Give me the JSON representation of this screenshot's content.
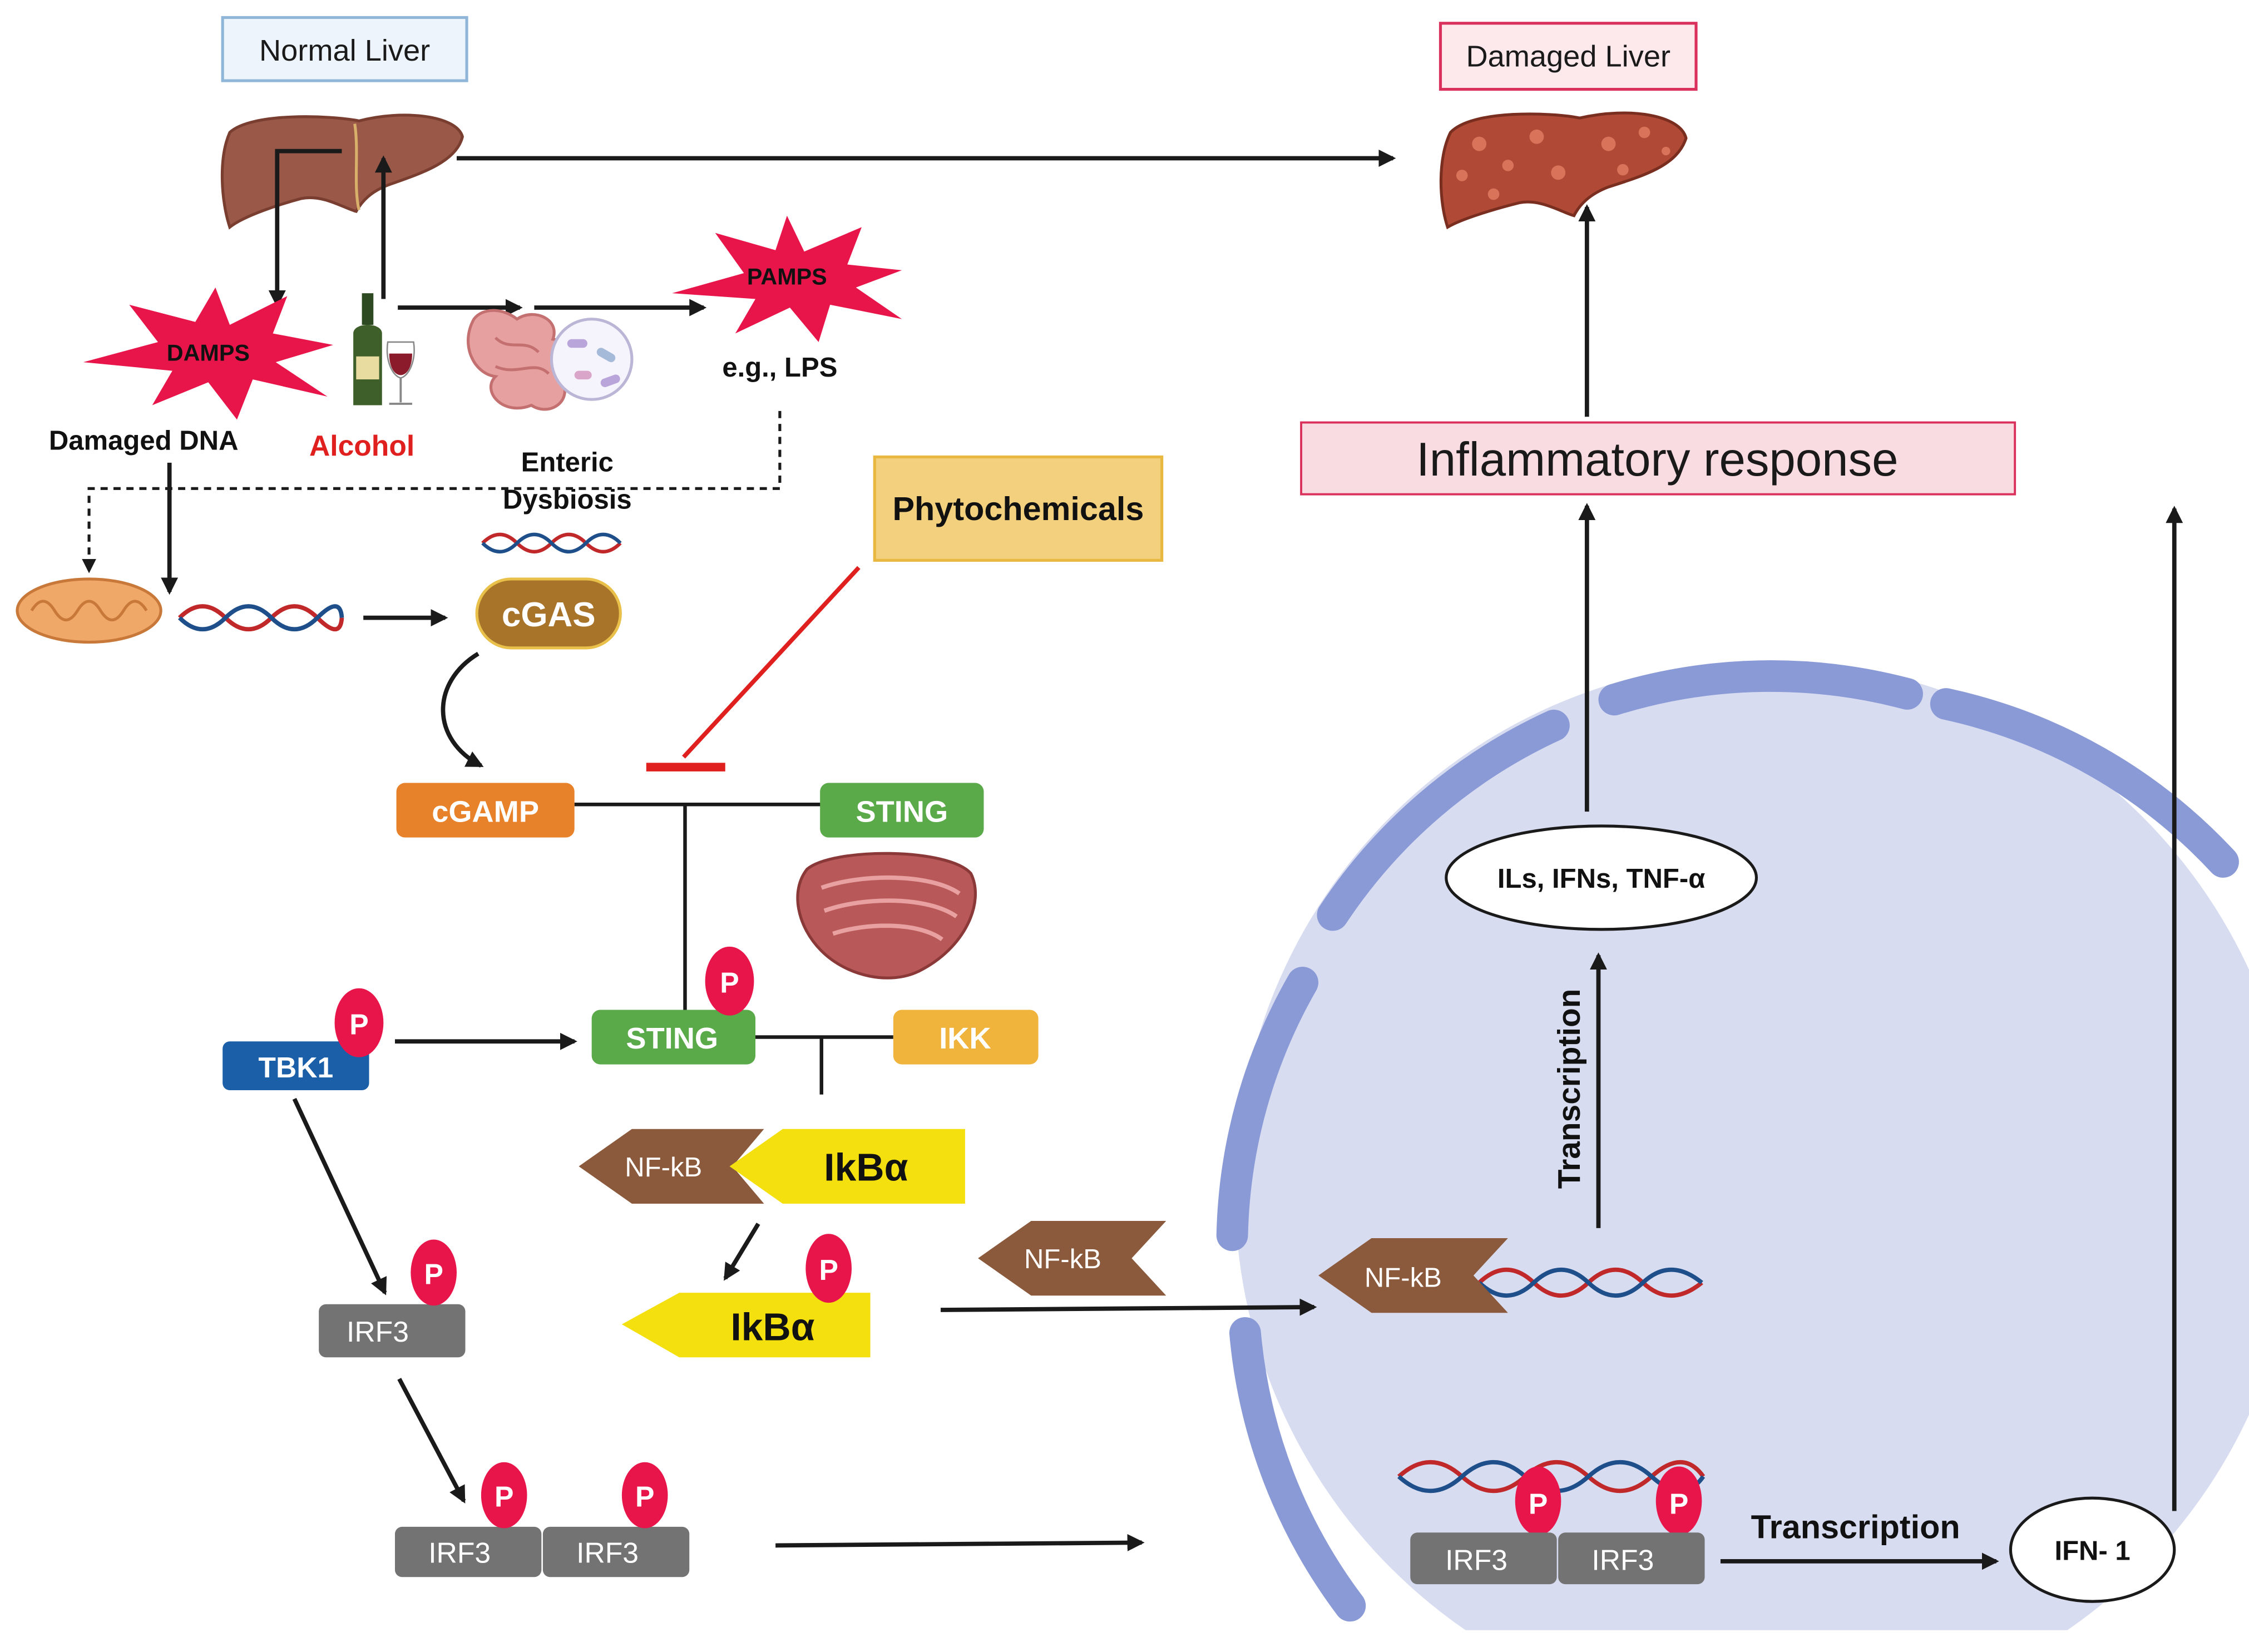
{
  "labels": {
    "normal_liver": "Normal Liver",
    "damaged_liver": "Damaged Liver",
    "damps": "DAMPS",
    "pamps": "PAMPS",
    "damaged_dna": "Damaged DNA",
    "alcohol": "Alcohol",
    "lps": "e.g., LPS",
    "enteric": "Enteric",
    "dysbiosis": "Dysbiosis",
    "phytochemicals": "Phytochemicals",
    "cgas": "cGAS",
    "cgamp": "cGAMP",
    "sting": "STING",
    "sting_p": "STING",
    "ikk": "IKK",
    "tbk1": "TBK1",
    "p": "P",
    "nfkb": "NF-kB",
    "nfkb_free": "NF-kB",
    "nfkb_nucleus": "NF-kB",
    "ikba": "IkBα",
    "ikba_p": "IkBα",
    "irf3": "IRF3",
    "irf3_dimer_a": "IRF3",
    "irf3_dimer_b": "IRF3",
    "irf3_nuc_a": "IRF3",
    "irf3_nuc_b": "IRF3",
    "inflammatory": "Inflammatory response",
    "cytokines": "ILs, IFNs, TNF-α",
    "transcription_vertical": "Transcription",
    "transcription_horizontal": "Transcription",
    "ifn1": "IFN- 1"
  },
  "colors": {
    "arrow": "#1a1a1a",
    "inhibit": "#e0201f",
    "nucleus_fill": "#d8dcf0",
    "nucleus_envelope": "#8a9ad6",
    "sting": "#5aaa4a",
    "cgamp": "#e8822a",
    "ikk": "#f0b43c",
    "tbk1": "#1a5fa8",
    "irf3": "#737373",
    "nfkb": "#8b5a3c",
    "ikba": "#f4e00e",
    "phospho": "#e8154a",
    "cgas": "#a8742a",
    "pamps_damps": "#e8154a",
    "liver": "#9a5848",
    "damaged_liver": "#b04a36",
    "phytochemicals_box": "#f2d07e",
    "inflammatory_box": "#f8dce2"
  }
}
